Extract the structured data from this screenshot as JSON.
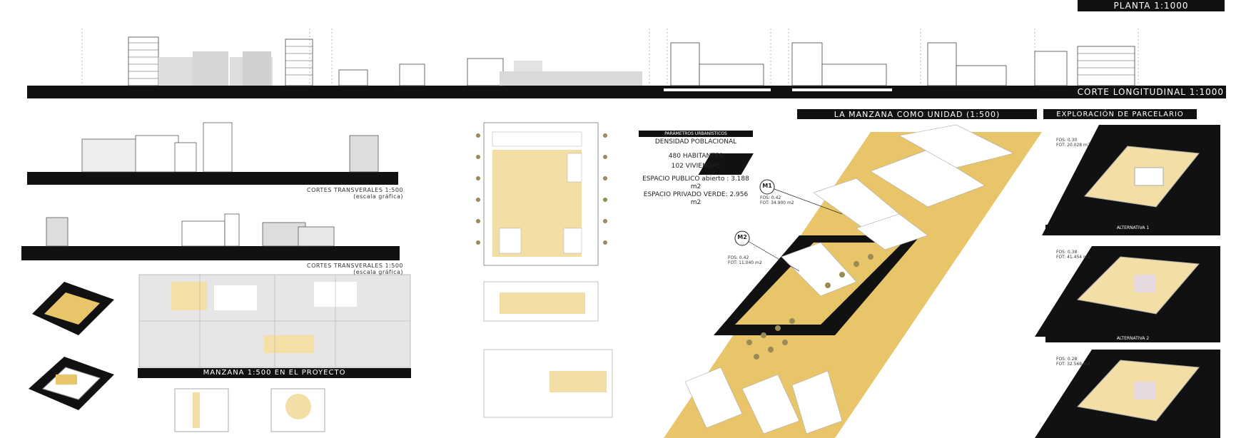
{
  "header": {
    "plan_label": "PLANTA 1:1000",
    "longitudinal_label": "CORTE LONGITUDINAL 1:1000"
  },
  "sections": {
    "transversal_1": "CORTES TRANSVERALES 1:500 (escala gráfica)",
    "transversal_2": "CORTES TRANSVERALES 1:500 (escala gráfica)",
    "manzana_proyecto": "MANZANA 1:500 EN EL PROYECTO"
  },
  "block_unit": {
    "title": "LA MANZANA COMO UNIDAD (1:500)",
    "m1_tag": "M1",
    "m1_fos": "FOS: 0.42",
    "m1_fot": "FOT: 34.900 m2",
    "m2_tag": "M2",
    "m2_fos": "FOS: 0.42",
    "m2_fot": "FOT: 11.040 m2"
  },
  "parameters": {
    "title": "PARÁMETROS URBANÍSTICOS",
    "density_label": "DENSIDAD POBLACIONAL",
    "inhabitants": "480 HABITANTES",
    "dwellings": "102 VIVIENDAS",
    "public_space": "ESPACIO PUBLICO abierto : 3.188 m2",
    "private_green": "ESPACIO PRIVADO VERDE: 2.956 m2"
  },
  "exploration": {
    "title": "EXPLORACIÓN DE PARCELARIO",
    "alternatives": [
      {
        "fos": "FOS: 0.30",
        "fot": "FOT: 20.028 m2",
        "label": "ALTERNATIVA 1"
      },
      {
        "fos": "FOS: 0.38",
        "fot": "FOT: 41.454 m2",
        "label": "ALTERNATIVA 2"
      },
      {
        "fos": "FOS: 0.28",
        "fot": "FOT: 32.568 m2",
        "label": ""
      }
    ]
  },
  "colors": {
    "black": "#111111",
    "ochre": "#e9c56a",
    "light_ochre": "#f3dfa6",
    "gray": "#cfcfcf",
    "white": "#ffffff"
  }
}
